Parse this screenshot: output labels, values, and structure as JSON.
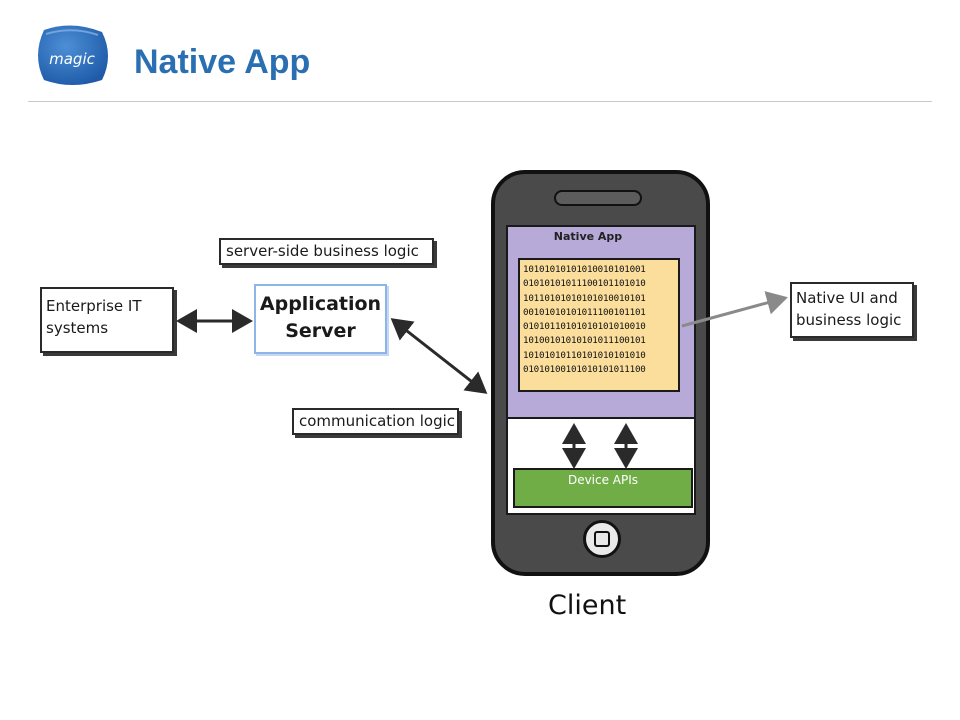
{
  "header": {
    "logo_text": "magic",
    "title": "Native App"
  },
  "diagram": {
    "server_side_label": "server-side business logic",
    "enterprise_label": "Enterprise IT systems",
    "app_server": {
      "line1": "Application",
      "line2": "Server"
    },
    "communication_label": "communication logic",
    "native_ui_label": "Native UI and business logic",
    "native_app_label": "Native App",
    "binary_lines": [
      "10101010101010010101001",
      "01010101011100101101010",
      "10110101010101010010101",
      "00101010101011100101101",
      "01010110101010101010010",
      "10100101010101011100101",
      "10101010110101010101010",
      "01010100101010101011100"
    ],
    "device_apis_label": "Device APIs",
    "client_label": "Client"
  },
  "colors": {
    "title": "#2a6fb2",
    "native_app_panel": "#b7a9d8",
    "binary_block": "#fbde9c",
    "device_apis": "#70ad47",
    "phone_body": "#4a4a4a",
    "app_server_border": "#8fb4e8"
  }
}
